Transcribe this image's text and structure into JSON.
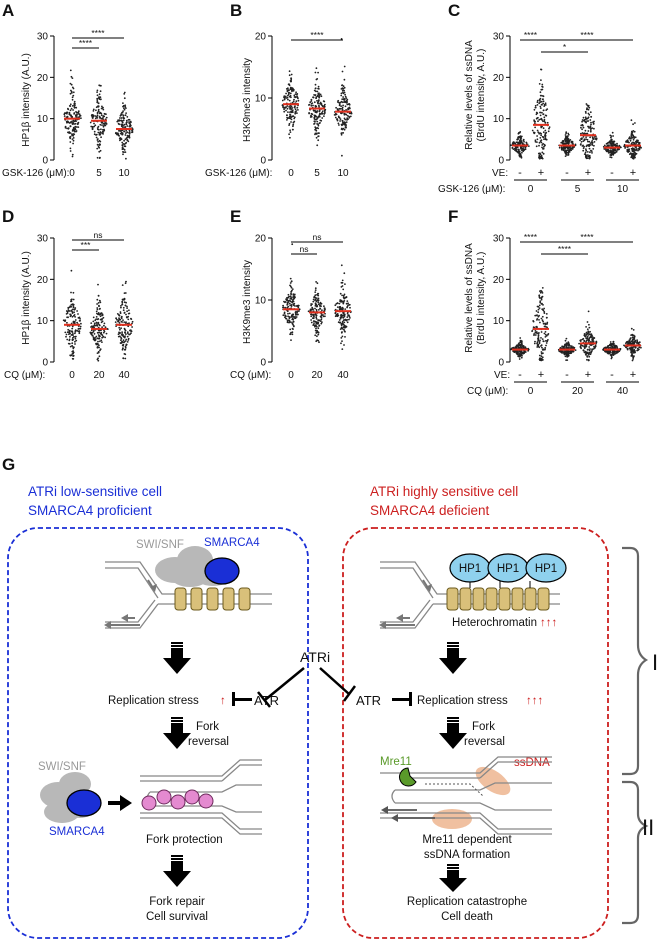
{
  "panels": {
    "A": {
      "letter": "A",
      "ylabel": "HP1β intensity (A.U.)",
      "ymax": 30,
      "ticks": [
        "0",
        "10",
        "20",
        "30"
      ],
      "cond_label": "GSK-126 (μM):",
      "cats": [
        "0",
        "5",
        "10"
      ],
      "sig": [
        "****",
        "****"
      ]
    },
    "B": {
      "letter": "B",
      "ylabel": "H3K9me3 intensity",
      "ymax": 20,
      "ticks": [
        "0",
        "10",
        "20"
      ],
      "cond_label": "GSK-126 (μM):",
      "cats": [
        "0",
        "5",
        "10"
      ],
      "sig": [
        "****"
      ]
    },
    "C": {
      "letter": "C",
      "ylabel1": "Relative levels of ssDNA",
      "ylabel2": "(BrdU intensity, A.U.)",
      "ymax": 30,
      "ticks": [
        "0",
        "10",
        "20",
        "30"
      ],
      "ve_label": "VE:",
      "ve": [
        "-",
        "+",
        "-",
        "+",
        "-",
        "+"
      ],
      "cond_label": "GSK-126 (μM):",
      "groups": [
        "0",
        "5",
        "10"
      ],
      "sig": [
        "****",
        "*",
        "****"
      ]
    },
    "D": {
      "letter": "D",
      "ylabel": "HP1β intensity (A.U.)",
      "ymax": 30,
      "ticks": [
        "0",
        "10",
        "20",
        "30"
      ],
      "cond_label": "CQ (μM):",
      "cats": [
        "0",
        "20",
        "40"
      ],
      "sig": [
        "***",
        "ns"
      ]
    },
    "E": {
      "letter": "E",
      "ylabel": "H3K9me3 intensity",
      "ymax": 20,
      "ticks": [
        "0",
        "10",
        "20"
      ],
      "cond_label": "CQ (μM):",
      "cats": [
        "0",
        "20",
        "40"
      ],
      "sig": [
        "ns",
        "ns"
      ]
    },
    "F": {
      "letter": "F",
      "ylabel1": "Relative levels of ssDNA",
      "ylabel2": "(BrdU intensity, A.U.)",
      "ymax": 30,
      "ticks": [
        "0",
        "10",
        "20",
        "30"
      ],
      "ve_label": "VE:",
      "ve": [
        "-",
        "+",
        "-",
        "+",
        "-",
        "+"
      ],
      "cond_label": "CQ (μM):",
      "groups": [
        "0",
        "20",
        "40"
      ],
      "sig": [
        "****",
        "****",
        "****"
      ]
    }
  },
  "chart_data": [
    {
      "panel": "A",
      "type": "scatter",
      "ylabel": "HP1β intensity (A.U.)",
      "xlabel": "GSK-126 (μM)",
      "categories": [
        "0",
        "5",
        "10"
      ],
      "mean": [
        10,
        9.5,
        7.5
      ],
      "sd": [
        3,
        3,
        2.8
      ],
      "ylim": [
        0,
        30
      ]
    },
    {
      "panel": "B",
      "type": "scatter",
      "ylabel": "H3K9me3 intensity",
      "xlabel": "GSK-126 (μM)",
      "categories": [
        "0",
        "5",
        "10"
      ],
      "mean": [
        9,
        8.3,
        7.8
      ],
      "sd": [
        2.2,
        2,
        1.9
      ],
      "ylim": [
        0,
        20
      ]
    },
    {
      "panel": "C",
      "type": "scatter",
      "ylabel": "Relative levels of ssDNA (BrdU intensity, A.U.)",
      "xlabel": "GSK-126 (μM)",
      "categories": [
        "0 -",
        "0 +",
        "5 -",
        "5 +",
        "10 -",
        "10 +"
      ],
      "mean": [
        3.5,
        8.5,
        3.5,
        6,
        3,
        3.5
      ],
      "sd": [
        1.2,
        5,
        1.1,
        4,
        1,
        1.6
      ],
      "ylim": [
        0,
        30
      ]
    },
    {
      "panel": "D",
      "type": "scatter",
      "ylabel": "HP1β intensity (A.U.)",
      "xlabel": "CQ (μM)",
      "categories": [
        "0",
        "20",
        "40"
      ],
      "mean": [
        9,
        8,
        9
      ],
      "sd": [
        3.5,
        3,
        3.5
      ],
      "ylim": [
        0,
        30
      ]
    },
    {
      "panel": "E",
      "type": "scatter",
      "ylabel": "H3K9me3 intensity",
      "xlabel": "CQ (μM)",
      "categories": [
        "0",
        "20",
        "40"
      ],
      "mean": [
        8.5,
        8,
        8.2
      ],
      "sd": [
        2,
        1.8,
        2
      ],
      "ylim": [
        0,
        20
      ]
    },
    {
      "panel": "F",
      "type": "scatter",
      "ylabel": "Relative levels of ssDNA (BrdU intensity, A.U.)",
      "xlabel": "CQ (μM)",
      "categories": [
        "0 -",
        "0 +",
        "20 -",
        "20 +",
        "40 -",
        "40 +"
      ],
      "mean": [
        3,
        8,
        3,
        4.5,
        3,
        4
      ],
      "sd": [
        0.8,
        4.5,
        0.8,
        1.8,
        0.8,
        1.2
      ],
      "ylim": [
        0,
        30
      ]
    }
  ],
  "diagram": {
    "letter": "G",
    "left": {
      "title1": "ATRi low-sensitive cell",
      "title2": "SMARCA4 proficient",
      "swisnf": "SWI/SNF",
      "smarca4": "SMARCA4",
      "stress_text": "Replication stress",
      "stress_arrow": "↑",
      "atr": "ATR",
      "fork_rev1": "Fork",
      "fork_rev2": "reversal",
      "swisnf2": "SWI/SNF",
      "smarca4_2": "SMARCA4",
      "protection": "Fork protection",
      "repair1": "Fork repair",
      "repair2": "Cell survival"
    },
    "center": {
      "atri": "ATRi"
    },
    "right": {
      "title1": "ATRi highly sensitive cell",
      "title2": "SMARCA4 deficient",
      "hp1": [
        "HP1",
        "HP1",
        "HP1"
      ],
      "hetero": "Heterochromatin",
      "hetero_arrows": "↑↑↑",
      "atr": "ATR",
      "stress_text": "Replication stress",
      "stress_arrows": "↑↑↑",
      "fork_rev1": "Fork",
      "fork_rev2": "reversal",
      "mre11": "Mre11",
      "ssdna": "ssDNA",
      "mre_dep1": "Mre11 dependent",
      "mre_dep2": "ssDNA formation",
      "cat1": "Replication catastrophe",
      "cat2": "Cell death"
    },
    "bracket1": "I",
    "bracket2": "II",
    "colors": {
      "blue": "#1a2fd6",
      "red": "#cc1f1f",
      "green": "#5a9a2a",
      "hp1": "#8fd1ee",
      "nuc": "#d9c07a",
      "bead": "#e48ad0",
      "cloud": "#b8b8b8",
      "ssdna": "#f0c0a0"
    }
  }
}
